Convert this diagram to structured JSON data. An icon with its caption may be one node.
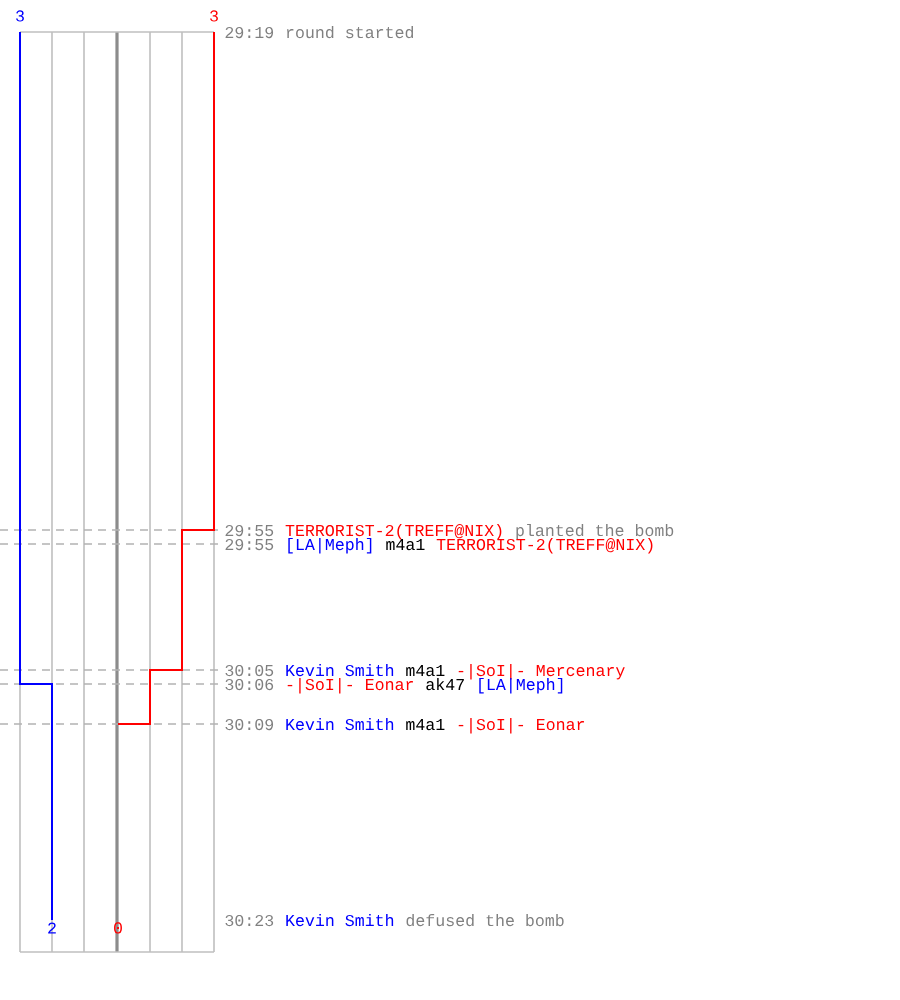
{
  "diagram": {
    "labels": [
      "3",
      "3",
      "29:19",
      "round started",
      "29:55",
      "TERRORIST-2(TREFF@NIX)",
      "planted the bomb",
      "29:55",
      "[LA|Meph]",
      "m4a1",
      "TERRORIST-2(TREFF@NIX)",
      "30:05",
      "Kevin Smith",
      "m4a1",
      "-|SoI|- Mercenary",
      "30:06",
      "-|SoI|- Eonar",
      "ak47",
      "[LA|Meph]",
      "30:09",
      "Kevin Smith",
      "m4a1",
      "-|SoI|- Eonar",
      "2",
      "0",
      "30:23",
      "Kevin Smith",
      "defused the bomb"
    ]
  }
}
